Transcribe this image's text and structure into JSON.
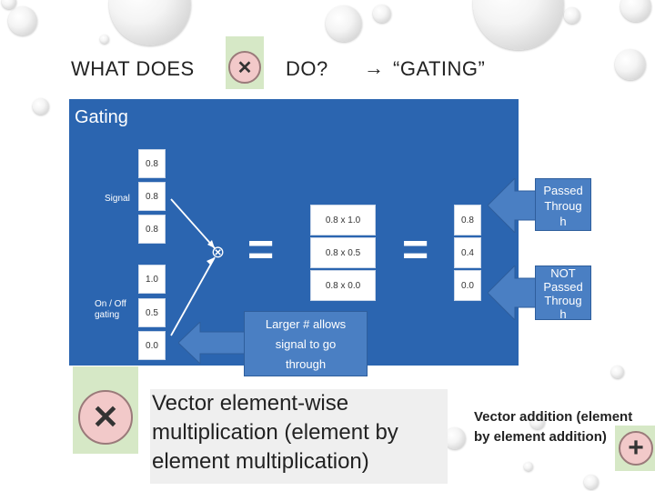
{
  "title": {
    "part1": "WHAT DOES",
    "part2": "DO?",
    "arrow": "→",
    "part3": "“GATING”"
  },
  "panel": {
    "title": "Gating",
    "signal_label": "Signal",
    "gating_label": "On / Off\ngating",
    "signal_values": [
      "0.8",
      "0.8",
      "0.8"
    ],
    "gating_values": [
      "1.0",
      "0.5",
      "0.0"
    ],
    "products": [
      "0.8 x 1.0",
      "0.8 x 0.5",
      "0.8 x 0.0"
    ],
    "results": [
      "0.8",
      "0.4",
      "0.0"
    ],
    "times_symbol": "⊗",
    "equals_symbol": "="
  },
  "callouts": {
    "passed": "Passed\nThroug\nh",
    "not_passed": "NOT\nPassed\nThroug\nh",
    "larger": "Larger # allows\nsignal to go\nthrough"
  },
  "bottom": {
    "multiplication_text": "Vector element-wise\nmultiplication (element by\n element multiplication)",
    "addition_text": "Vector addition (element\nby element addition)",
    "x_icon": "multiply-icon",
    "plus_icon": "plus-icon"
  },
  "colors": {
    "panel": "#2b65b0",
    "callout": "#4a7fc3",
    "icon_bg": "#d6e8c6",
    "icon_circle": "#f2c9c9"
  }
}
